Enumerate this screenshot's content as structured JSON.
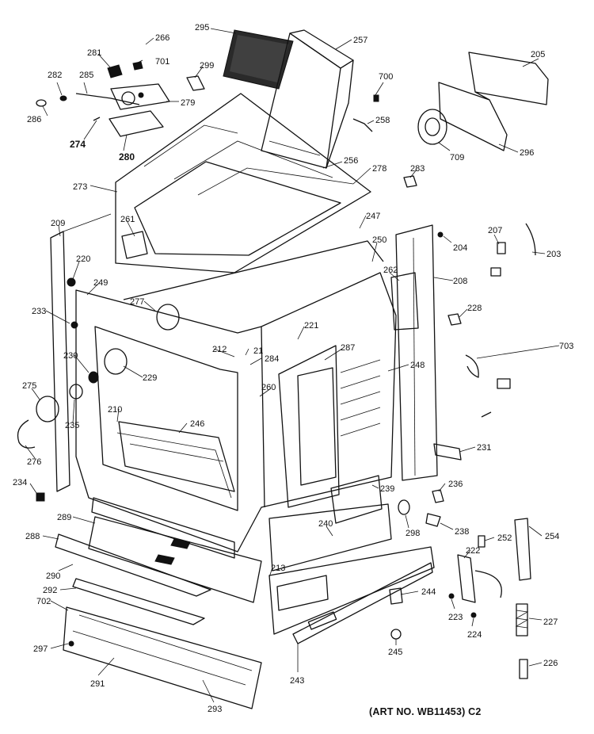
{
  "caption": "(ART NO. WB11453) C2",
  "labels": {
    "l295": "295",
    "l257": "257",
    "l266": "266",
    "l281": "281",
    "l701": "701",
    "l299": "299",
    "l282": "282",
    "l285": "285",
    "l279": "279",
    "l286": "286",
    "l274": "274",
    "l280": "280",
    "l700": "700",
    "l258": "258",
    "l205": "205",
    "l709": "709",
    "l296": "296",
    "l256": "256",
    "l278": "278",
    "l283": "283",
    "l273": "273",
    "l247": "247",
    "l209": "209",
    "l261": "261",
    "l250": "250",
    "l204": "204",
    "l207": "207",
    "l203": "203",
    "l220": "220",
    "l249": "249",
    "l262": "262",
    "l208": "208",
    "l277": "277",
    "l233": "233",
    "l228": "228",
    "l221": "221",
    "l21": "21",
    "l212": "212",
    "l287": "287",
    "l703": "703",
    "l230": "230",
    "l229": "229",
    "l284": "284",
    "l248": "248",
    "l275": "275",
    "l260": "260",
    "l210": "210",
    "l246": "246",
    "l235": "235",
    "l276": "276",
    "l231": "231",
    "l234": "234",
    "l239": "239",
    "l236": "236",
    "l289": "289",
    "l298": "298",
    "l240": "240",
    "l238": "238",
    "l288": "288",
    "l252": "252",
    "l254": "254",
    "l290": "290",
    "l222": "222",
    "l213": "213",
    "l292": "292",
    "l244": "244",
    "l702": "702",
    "l223": "223",
    "l224": "224",
    "l227": "227",
    "l297": "297",
    "l245": "245",
    "l226": "226",
    "l291": "291",
    "l243": "243",
    "l293": "293"
  }
}
